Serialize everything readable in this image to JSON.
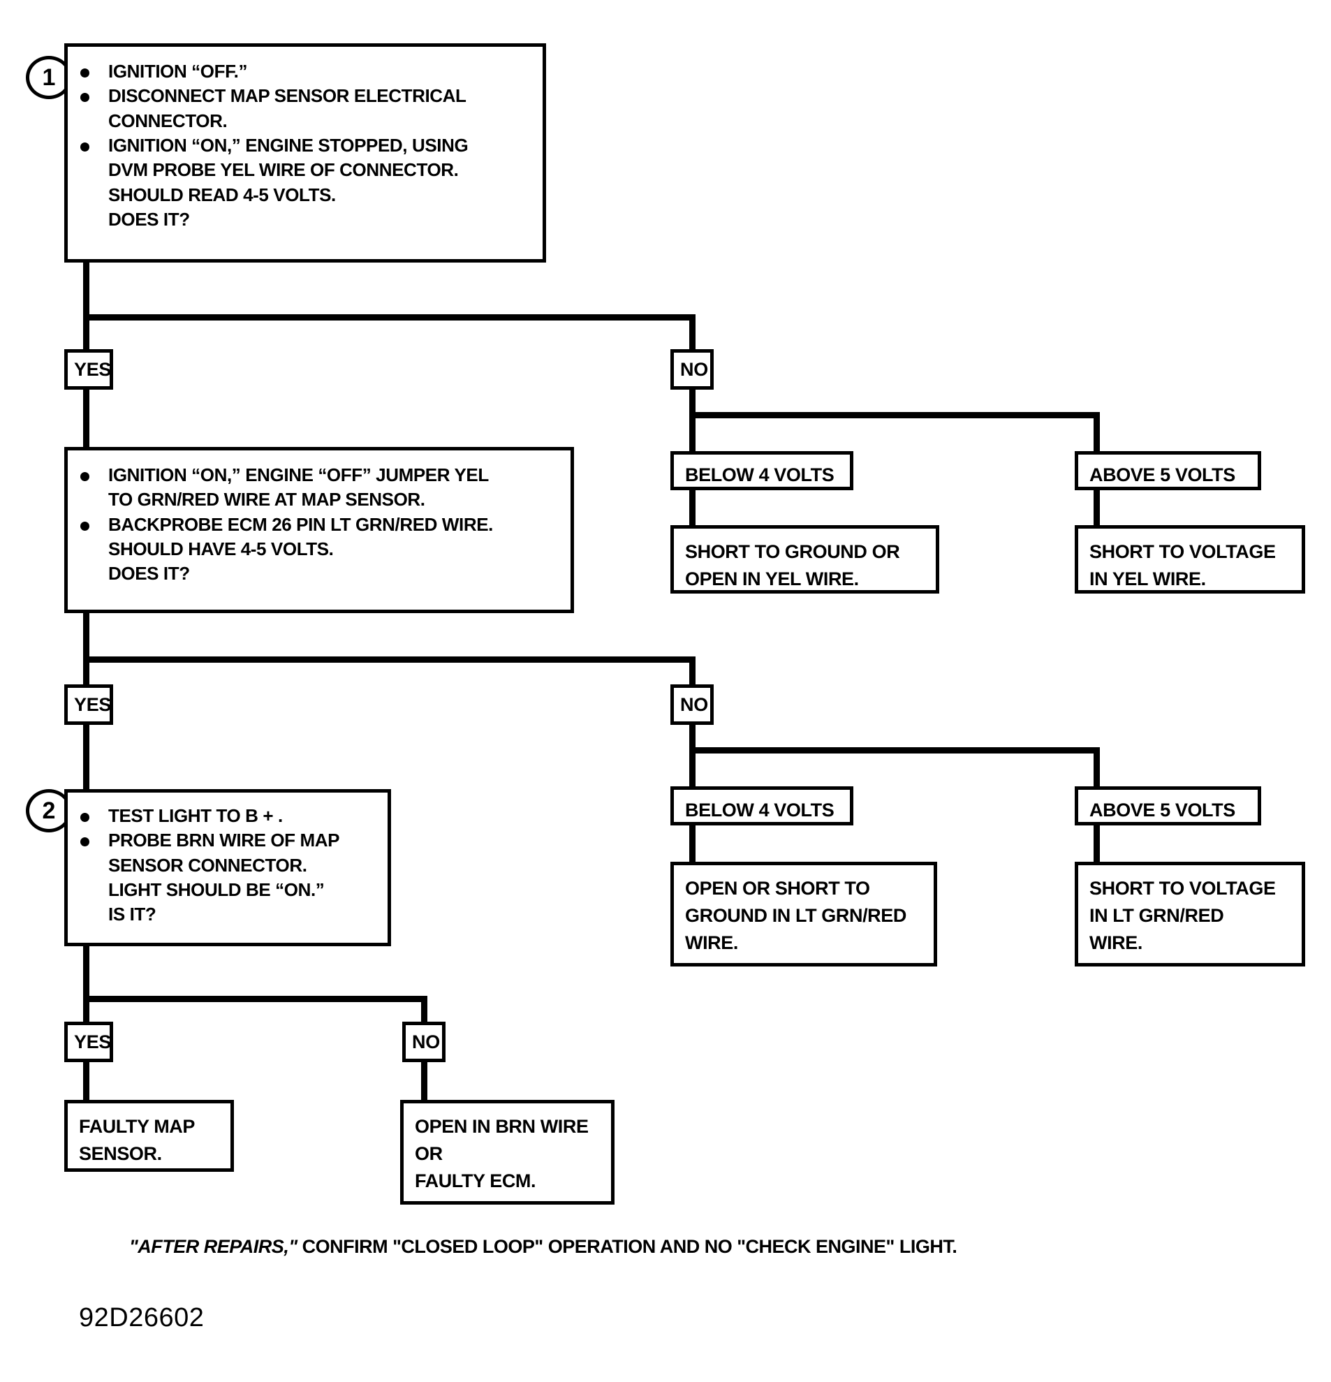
{
  "diagram": {
    "doc_id": "92D26602",
    "footer_note": {
      "emphasis": "\"AFTER REPAIRS,\"",
      "rest": " CONFIRM \"CLOSED LOOP\" OPERATION AND NO \"CHECK ENGINE\" LIGHT."
    },
    "markers": {
      "one": "1",
      "two": "2"
    },
    "step1": {
      "number": "1",
      "lines": [
        "IGNITION “OFF.”",
        "DISCONNECT MAP SENSOR ELECTRICAL",
        "CONNECTOR.",
        "IGNITION “ON,” ENGINE STOPPED, USING",
        "DVM PROBE YEL WIRE OF CONNECTOR.",
        "SHOULD READ 4-5 VOLTS.",
        "DOES IT?"
      ]
    },
    "step2": {
      "lines": [
        "IGNITION “ON,” ENGINE “OFF” JUMPER YEL",
        "TO GRN/RED WIRE AT MAP SENSOR.",
        "BACKPROBE ECM 26 PIN LT GRN/RED WIRE.",
        "SHOULD HAVE 4-5 VOLTS.",
        "DOES IT?"
      ]
    },
    "step3": {
      "number": "2",
      "lines": [
        "TEST LIGHT TO B + .",
        "PROBE BRN WIRE OF MAP",
        "SENSOR CONNECTOR.",
        "LIGHT SHOULD BE “ON.”",
        "IS IT?"
      ]
    },
    "branch_labels": {
      "yes1": "YES",
      "no1": "NO",
      "yes2": "YES",
      "no2": "NO",
      "yes3": "YES",
      "no3": "NO"
    },
    "volt_labels": {
      "below1": "BELOW 4 VOLTS",
      "above1": "ABOVE 5 VOLTS",
      "below2": "BELOW 4 VOLTS",
      "above2": "ABOVE 5 VOLTS"
    },
    "results": {
      "r1": [
        "SHORT TO GROUND OR",
        "OPEN IN YEL WIRE."
      ],
      "r2": [
        "SHORT TO VOLTAGE",
        "IN YEL WIRE."
      ],
      "r3": [
        "OPEN OR SHORT TO",
        "GROUND IN LT GRN/RED",
        "WIRE."
      ],
      "r4": [
        "SHORT TO VOLTAGE",
        "IN LT GRN/RED",
        "WIRE."
      ],
      "r5": [
        "FAULTY MAP",
        "SENSOR."
      ],
      "r6": [
        "OPEN IN BRN WIRE",
        "OR",
        "FAULTY ECM."
      ]
    }
  }
}
